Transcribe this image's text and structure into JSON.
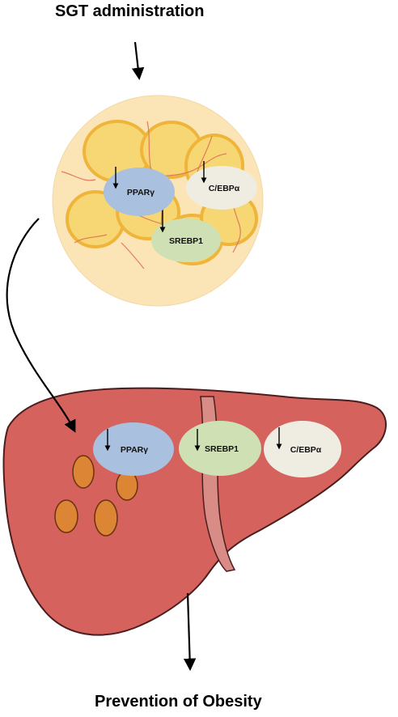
{
  "title_top": "SGT administration",
  "title_bottom": "Prevention of Obesity",
  "adipose": {
    "pparg": "PPARγ",
    "cebpa": "C/EBPα",
    "srebp1": "SREBP1"
  },
  "liver": {
    "pparg": "PPARγ",
    "srebp1": "SREBP1",
    "cebpa": "C/EBPα"
  },
  "colors": {
    "adipose_background": "#fbe5b7",
    "adipocyte_fill": "#f7d774",
    "adipocyte_border": "#efb43a",
    "capillary": "#e07a5a",
    "pparg_ellipse": "#a9c0df",
    "cebpa_ellipse": "#efede2",
    "srebp1_ellipse": "#cfe0b4",
    "liver_fill": "#d5625c",
    "liver_stroke": "#4a1e1e",
    "ligament": "#d98b86",
    "lipid_droplet": "#dc8534"
  }
}
